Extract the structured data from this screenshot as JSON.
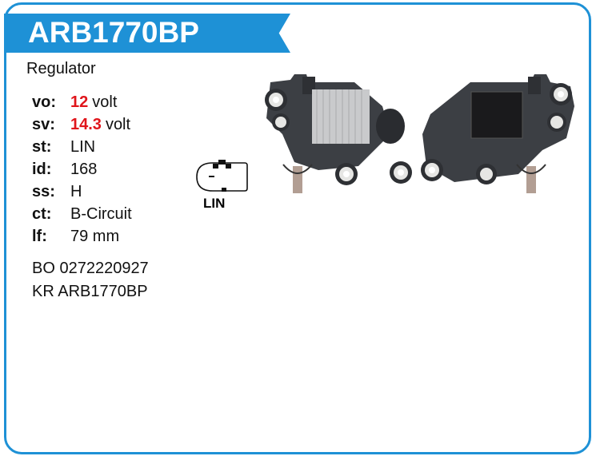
{
  "title": "ARB1770BP",
  "subtitle": "Regulator",
  "specs": [
    {
      "label": "vo:",
      "value": "12",
      "unit": "volt"
    },
    {
      "label": "sv:",
      "value": "14.3",
      "unit": "volt"
    },
    {
      "label": "st:",
      "value": "LIN"
    },
    {
      "label": "id:",
      "value": "168"
    },
    {
      "label": "ss:",
      "value": "H"
    },
    {
      "label": "ct:",
      "value": "B-Circuit"
    },
    {
      "label": "lf:",
      "value": "79 mm"
    }
  ],
  "references": [
    "BO 0272220927",
    "KR ARB1770BP"
  ],
  "connector_label": "LIN",
  "colors": {
    "accent": "#1e91d6",
    "highlight": "#e0151b"
  }
}
